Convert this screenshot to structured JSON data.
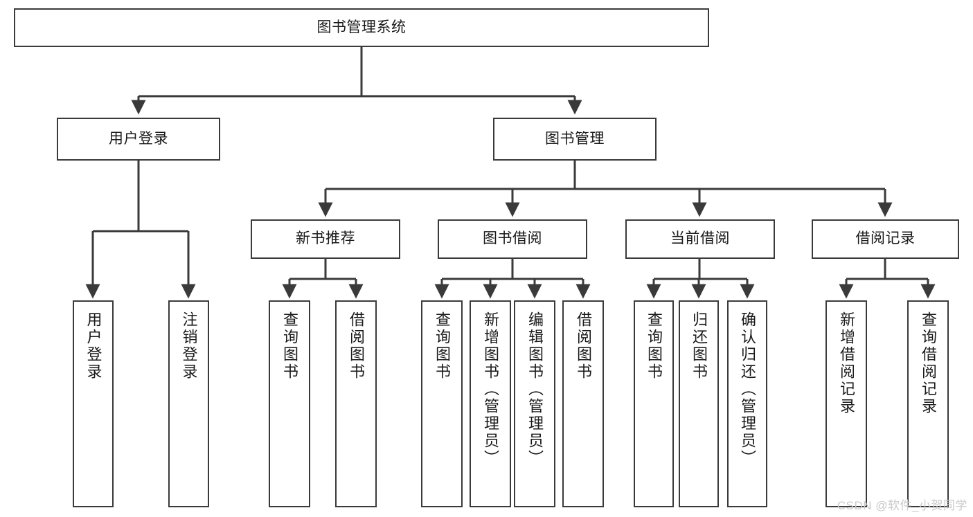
{
  "diagram": {
    "title": "图书管理系统",
    "root": {
      "id": "root",
      "label": "图书管理系统"
    },
    "level2": [
      {
        "id": "user-login",
        "label": "用户登录"
      },
      {
        "id": "book-manage",
        "label": "图书管理"
      }
    ],
    "level3": [
      {
        "id": "new-book-recommend",
        "label": "新书推荐"
      },
      {
        "id": "book-borrow",
        "label": "图书借阅"
      },
      {
        "id": "current-borrow",
        "label": "当前借阅"
      },
      {
        "id": "borrow-record",
        "label": "借阅记录"
      }
    ],
    "leaves": [
      {
        "id": "leaf-user-login",
        "label": "用户登录",
        "parent": "user-login"
      },
      {
        "id": "leaf-user-logout",
        "label": "注销登录",
        "parent": "user-login"
      },
      {
        "id": "leaf-query-book-1",
        "label": "查询图书",
        "parent": "new-book-recommend"
      },
      {
        "id": "leaf-borrow-book-1",
        "label": "借阅图书",
        "parent": "new-book-recommend"
      },
      {
        "id": "leaf-query-book-2",
        "label": "查询图书",
        "parent": "book-borrow"
      },
      {
        "id": "leaf-add-book",
        "label": "新增图书（管理员）",
        "parent": "book-borrow"
      },
      {
        "id": "leaf-edit-book",
        "label": "编辑图书（管理员）",
        "parent": "book-borrow"
      },
      {
        "id": "leaf-borrow-book-2",
        "label": "借阅图书",
        "parent": "book-borrow"
      },
      {
        "id": "leaf-query-book-3",
        "label": "查询图书",
        "parent": "current-borrow"
      },
      {
        "id": "leaf-return-book",
        "label": "归还图书",
        "parent": "current-borrow"
      },
      {
        "id": "leaf-confirm-return",
        "label": "确认归还（管理员）",
        "parent": "current-borrow"
      },
      {
        "id": "leaf-add-record",
        "label": "新增借阅记录",
        "parent": "borrow-record"
      },
      {
        "id": "leaf-query-record",
        "label": "查询借阅记录",
        "parent": "borrow-record"
      }
    ],
    "watermark": "CSDN @软件_小贺同学",
    "colors": {
      "stroke": "#3a3a3a",
      "fill": "#ffffff",
      "text": "#1a1a1a",
      "watermark": "#c9c9c9"
    }
  }
}
